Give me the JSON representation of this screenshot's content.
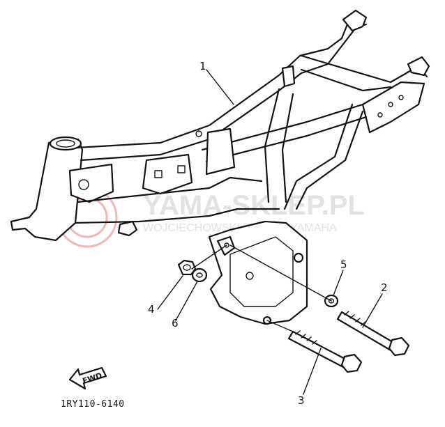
{
  "diagram": {
    "part_labels": [
      {
        "id": "1",
        "text": "1"
      },
      {
        "id": "2",
        "text": "2"
      },
      {
        "id": "3",
        "text": "3"
      },
      {
        "id": "4",
        "text": "4"
      },
      {
        "id": "5",
        "text": "5"
      },
      {
        "id": "6",
        "text": "6"
      }
    ],
    "fwd_indicator": "FWD",
    "drawing_code": "1RY110-6140",
    "watermark": {
      "brand": "YAMA-SKLEP.PL",
      "dealer": "WOJCIECHOWSKI DEALER YAMAHA"
    },
    "colors": {
      "ink": "#141414",
      "background": "#ffffff",
      "watermark_logo": "#e06060"
    }
  }
}
